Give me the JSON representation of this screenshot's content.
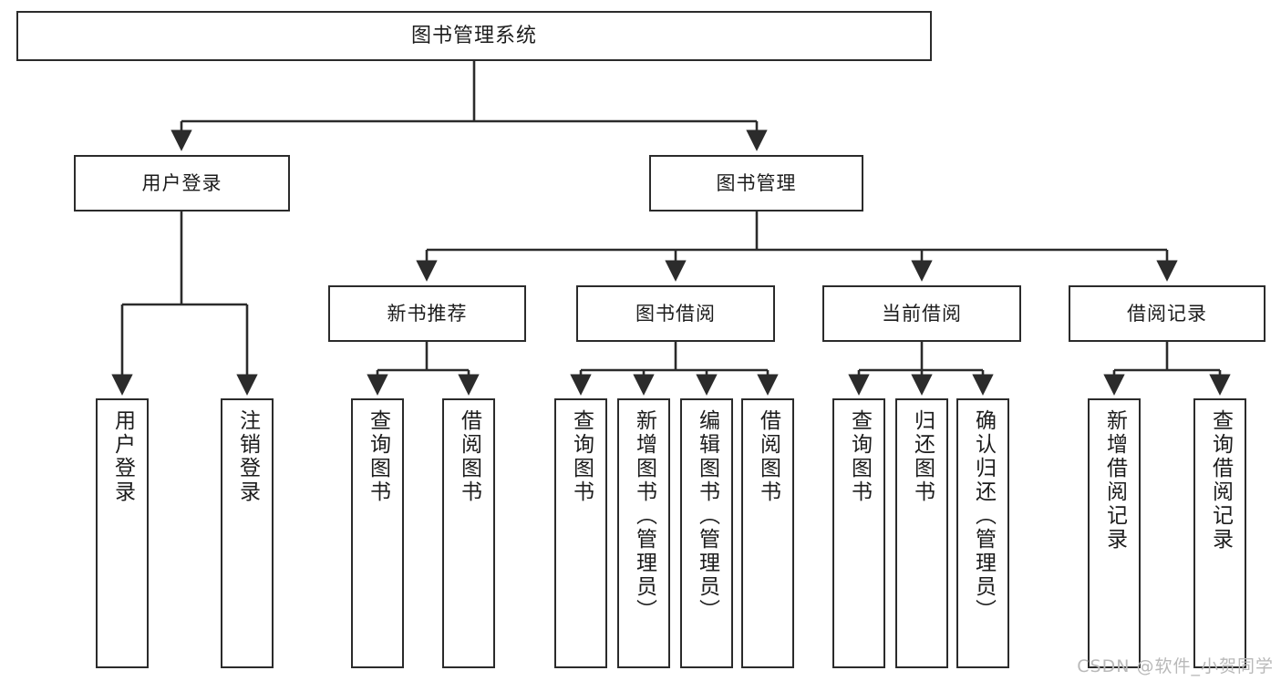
{
  "diagram": {
    "title": "图书管理系统",
    "type": "tree-hierarchy-chart",
    "colors": {
      "stroke": "#2b2b2b",
      "fill": "#ffffff",
      "text": "#1c1c1c",
      "watermark": "#b9b9b9"
    },
    "root": {
      "label": "图书管理系统"
    },
    "level2": [
      {
        "label": "用户登录"
      },
      {
        "label": "图书管理"
      }
    ],
    "level3": [
      {
        "label": "新书推荐"
      },
      {
        "label": "图书借阅"
      },
      {
        "label": "当前借阅"
      },
      {
        "label": "借阅记录"
      }
    ],
    "leaves": {
      "user_login": [
        {
          "label": "用户登录"
        },
        {
          "label": "注销登录"
        }
      ],
      "new_book": [
        {
          "label": "查询图书"
        },
        {
          "label": "借阅图书"
        }
      ],
      "book_borrow": [
        {
          "label": "查询图书"
        },
        {
          "label": "新增图书（管理员）"
        },
        {
          "label": "编辑图书（管理员）"
        },
        {
          "label": "借阅图书"
        }
      ],
      "current_borrow": [
        {
          "label": "查询图书"
        },
        {
          "label": "归还图书"
        },
        {
          "label": "确认归还（管理员）"
        }
      ],
      "borrow_record": [
        {
          "label": "新增借阅记录"
        },
        {
          "label": "查询借阅记录"
        }
      ]
    }
  },
  "watermark": {
    "text": "CSDN @软件_小贺同学"
  }
}
